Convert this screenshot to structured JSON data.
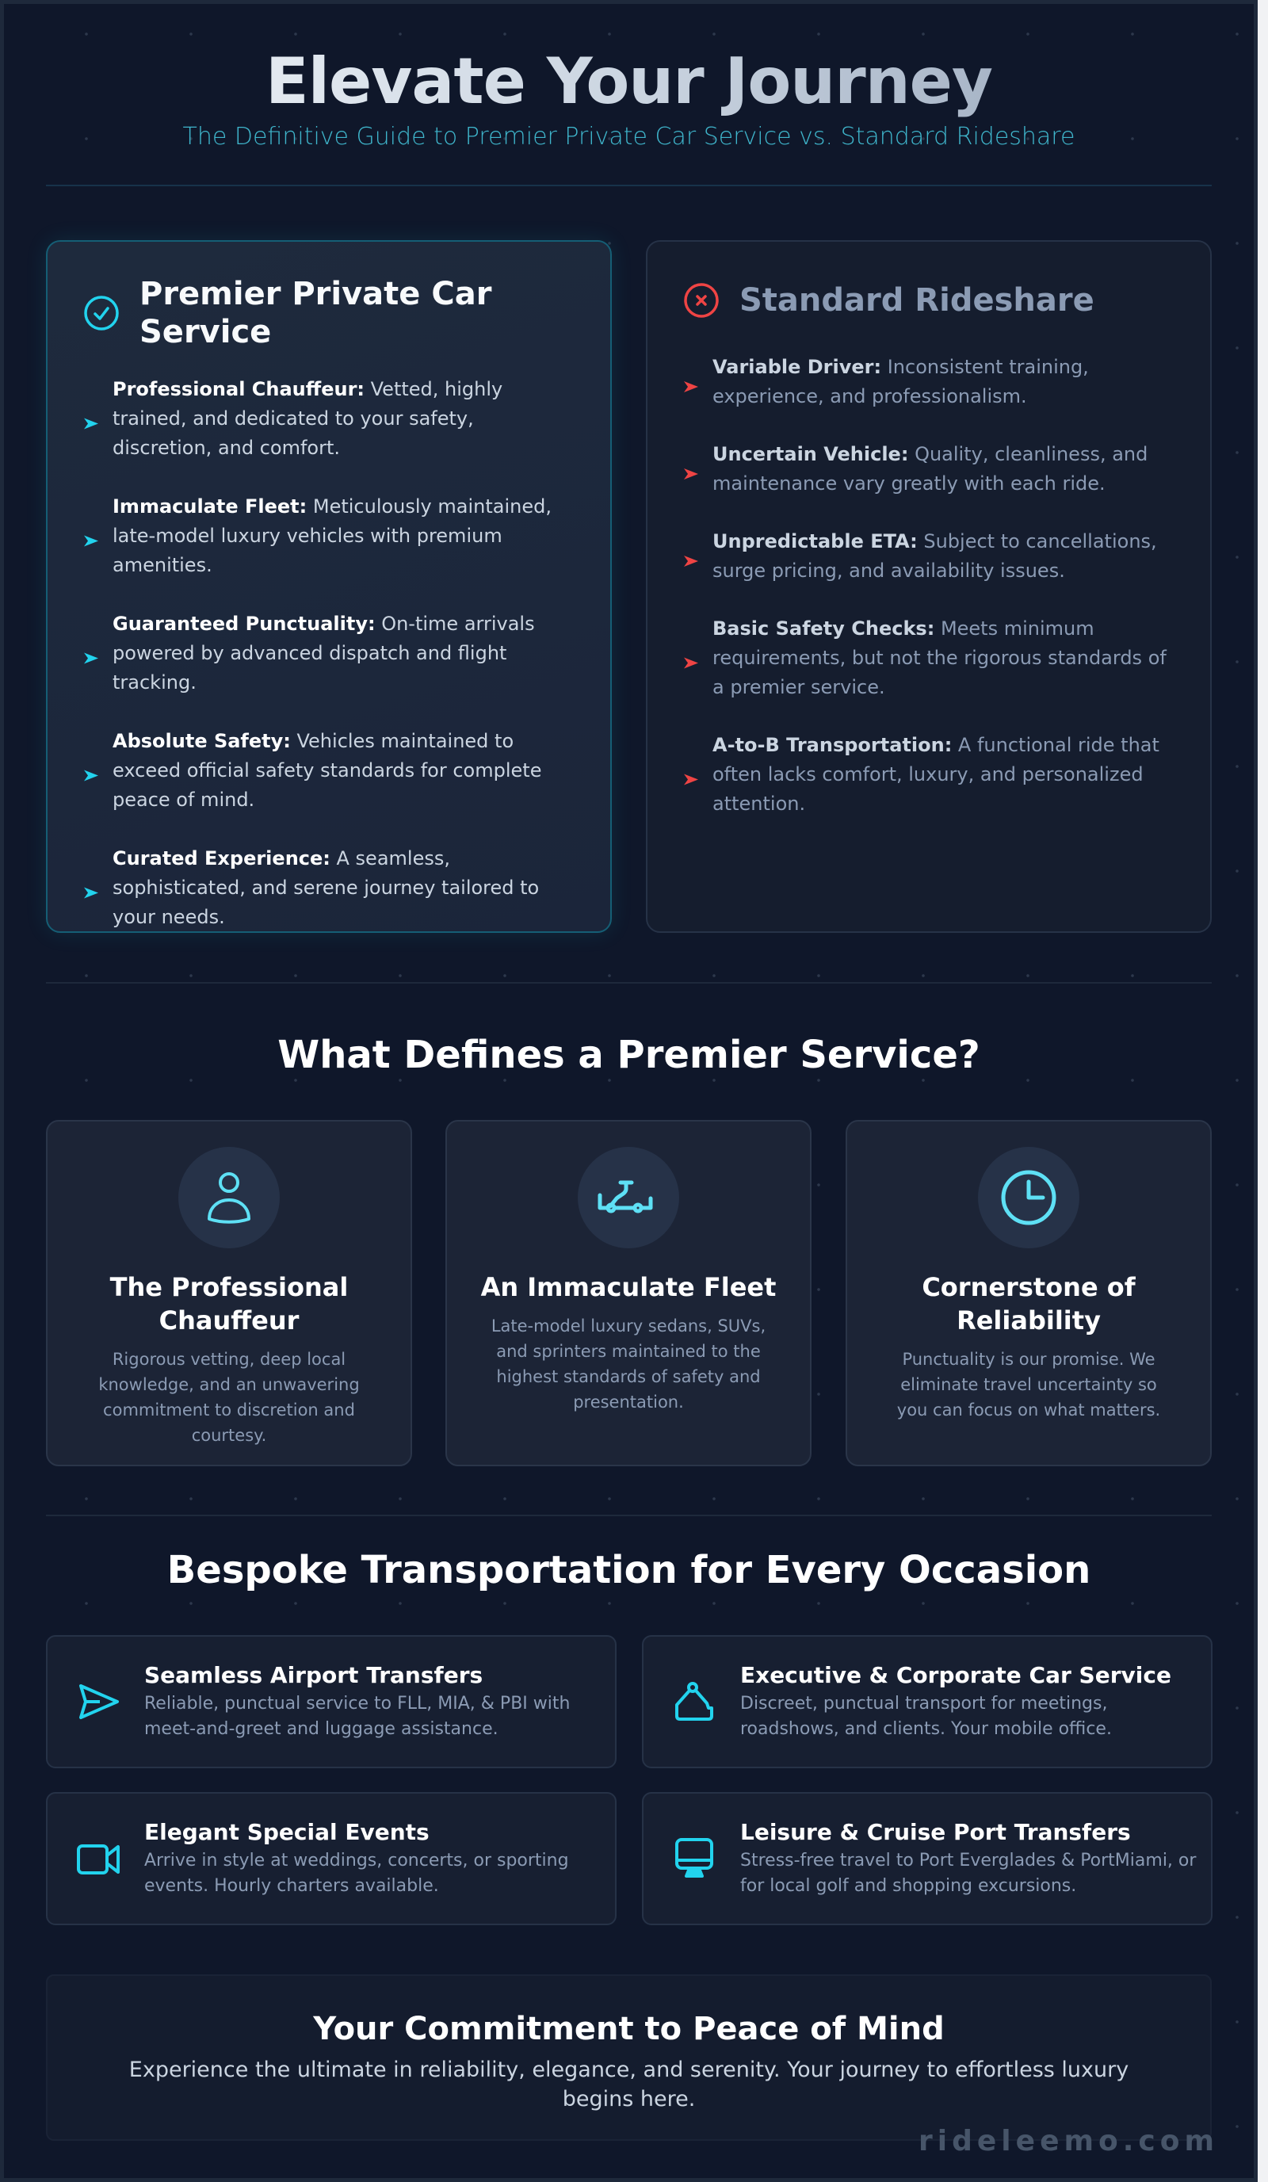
{
  "header": {
    "title": "Elevate Your Journey",
    "subtitle": "The Definitive Guide to Premier Private Car Service vs. Standard Rideshare"
  },
  "comparison": {
    "premier": {
      "icon": "check-circle-icon",
      "title": "Premier Private Car Service",
      "accent": "#22d3ee",
      "items": [
        {
          "label": "Professional Chauffeur:",
          "text": " Vetted, highly trained, and dedicated to your safety, discretion, and comfort."
        },
        {
          "label": "Immaculate Fleet:",
          "text": " Meticulously maintained, late-model luxury vehicles with premium amenities."
        },
        {
          "label": "Guaranteed Punctuality:",
          "text": " On-time arrivals powered by advanced dispatch and flight tracking."
        },
        {
          "label": "Absolute Safety:",
          "text": " Vehicles maintained to exceed official safety standards for complete peace of mind."
        },
        {
          "label": "Curated Experience:",
          "text": " A seamless, sophisticated, and serene journey tailored to your needs."
        }
      ]
    },
    "standard": {
      "icon": "x-circle-icon",
      "title": "Standard Rideshare",
      "accent": "#ef4444",
      "items": [
        {
          "label": "Variable Driver:",
          "text": " Inconsistent training, experience, and professionalism."
        },
        {
          "label": "Uncertain Vehicle:",
          "text": " Quality, cleanliness, and maintenance vary greatly with each ride."
        },
        {
          "label": "Unpredictable ETA:",
          "text": " Subject to cancellations, surge pricing, and availability issues."
        },
        {
          "label": "Basic Safety Checks:",
          "text": " Meets minimum requirements, but not the rigorous standards of a premier service."
        },
        {
          "label": "A-to-B Transportation:",
          "text": " A functional ride that often lacks comfort, luxury, and personalized attention."
        }
      ]
    }
  },
  "defines": {
    "title": "What Defines a Premier Service?",
    "cards": [
      {
        "icon": "user-icon",
        "title": "The Professional Chauffeur",
        "desc": "Rigorous vetting, deep local knowledge, and an unwavering commitment to discretion and courtesy."
      },
      {
        "icon": "vehicle-icon",
        "title": "An Immaculate Fleet",
        "desc": "Late-model luxury sedans, SUVs, and sprinters maintained to the highest standards of safety and presentation."
      },
      {
        "icon": "clock-icon",
        "title": "Cornerstone of Reliability",
        "desc": "Punctuality is our promise. We eliminate travel uncertainty so you can focus on what matters."
      }
    ]
  },
  "occasions": {
    "title": "Bespoke Transportation for Every Occasion",
    "services": [
      {
        "icon": "send-icon",
        "title": "Seamless Airport Transfers",
        "desc": "Reliable, punctual service to FLL, MIA, & PBI with meet-and-greet and luggage assistance."
      },
      {
        "icon": "briefcase-icon",
        "title": "Executive & Corporate Car Service",
        "desc": "Discreet, punctual transport for meetings, roadshows, and clients. Your mobile office."
      },
      {
        "icon": "video-icon",
        "title": "Elegant Special Events",
        "desc": "Arrive in style at weddings, concerts, or sporting events. Hourly charters available."
      },
      {
        "icon": "monitor-icon",
        "title": "Leisure & Cruise Port Transfers",
        "desc": "Stress-free travel to Port Everglades & PortMiami, or for local golf and shopping excursions."
      }
    ]
  },
  "commitment": {
    "title": "Your Commitment to Peace of Mind",
    "text": "Experience the ultimate in reliability, elegance, and serenity. Your journey to effortless luxury begins here."
  },
  "brand": "rideleemo.com",
  "colors": {
    "background": "#0f172a",
    "accent_cyan": "#22d3ee",
    "accent_red": "#ef4444",
    "muted_text": "#8b9bb4"
  }
}
